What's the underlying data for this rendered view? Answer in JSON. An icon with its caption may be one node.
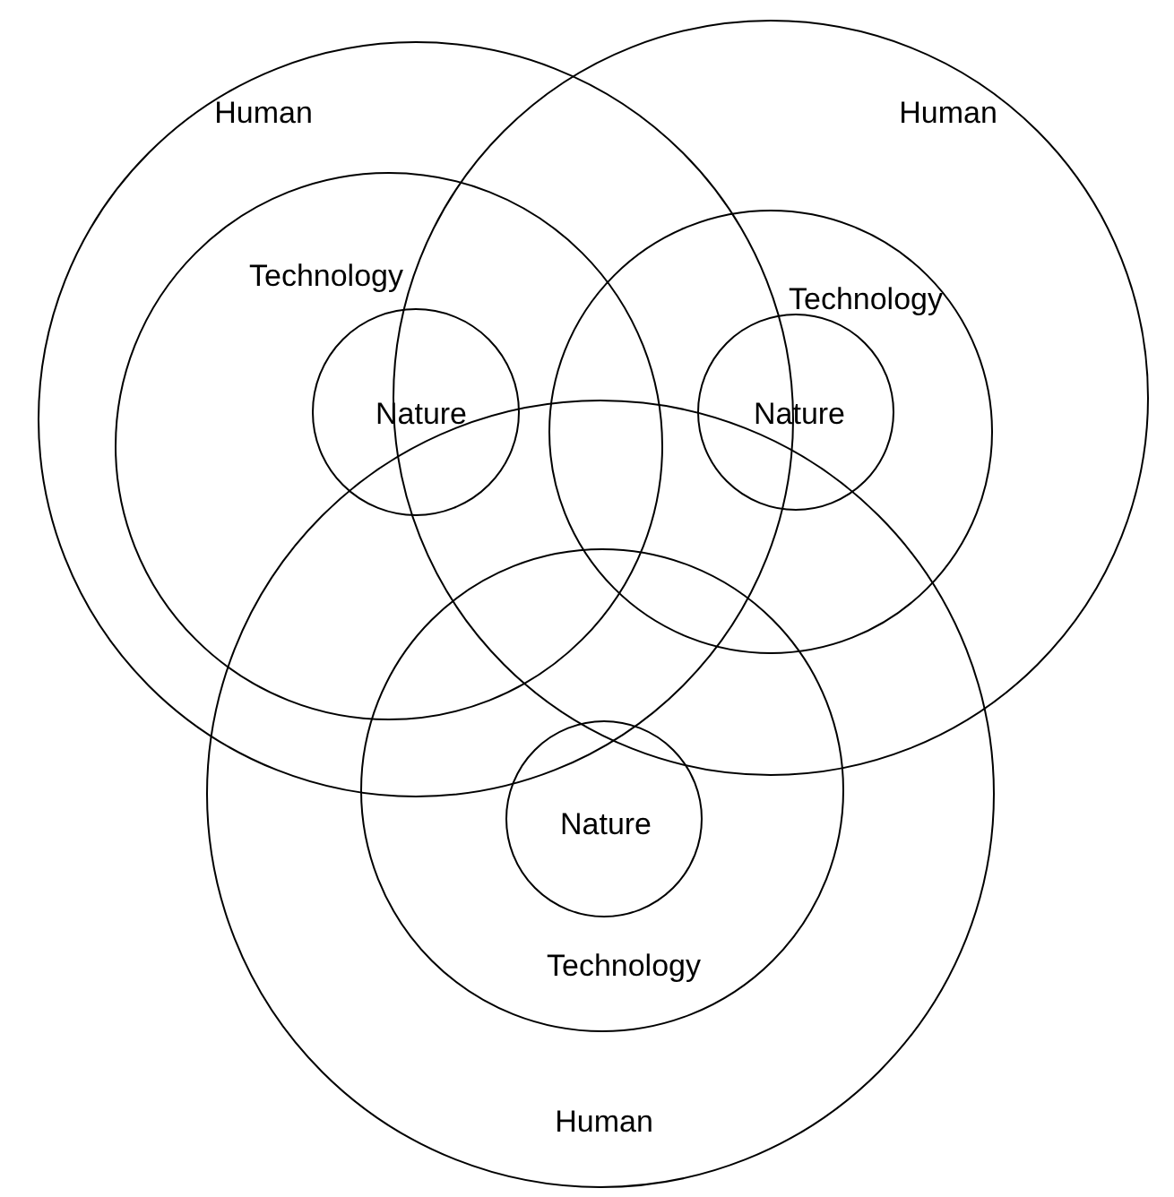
{
  "diagram": {
    "nodes": [
      {
        "text": [
          "Human"
        ]
      },
      {
        "text": [
          "Technology"
        ],
        "in": 0
      },
      {
        "text": [
          "Nature"
        ],
        "in": 1
      },
      {
        "text": [
          "Human"
        ]
      },
      {
        "text": [
          "Technology"
        ],
        "in": 3
      },
      {
        "text": [
          "Nature"
        ],
        "in": 4
      },
      {
        "text": [
          "Human"
        ]
      },
      {
        "text": [
          "Technology"
        ],
        "in": 6
      },
      {
        "text": [
          "Nature"
        ],
        "in": 7
      }
    ]
  }
}
